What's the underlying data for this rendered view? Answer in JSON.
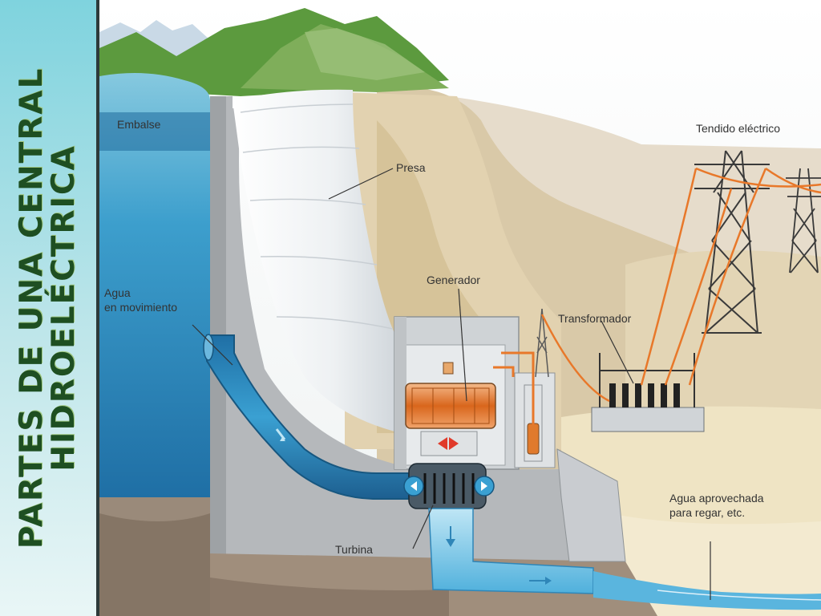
{
  "title": {
    "line1": "PARTES DE UNA CENTRAL",
    "line2": "HIDROELÉCTRICA"
  },
  "labels": {
    "embalse": "Embalse",
    "presa": "Presa",
    "tendido": "Tendido eléctrico",
    "generador": "Generador",
    "transformador": "Transformador",
    "agua_movimiento_1": "Agua",
    "agua_movimiento_2": "en movimiento",
    "turbina": "Turbina",
    "agua_aprovechada_1": "Agua aprovechada",
    "agua_aprovechada_2": "para regar, etc."
  },
  "colors": {
    "title_green": "#1e4f22",
    "sidebar_cyan": "#7fd3de",
    "water_blue": "#3aa0d2",
    "cable_orange": "#e8782a",
    "concrete_gray": "#b5b8bb"
  }
}
